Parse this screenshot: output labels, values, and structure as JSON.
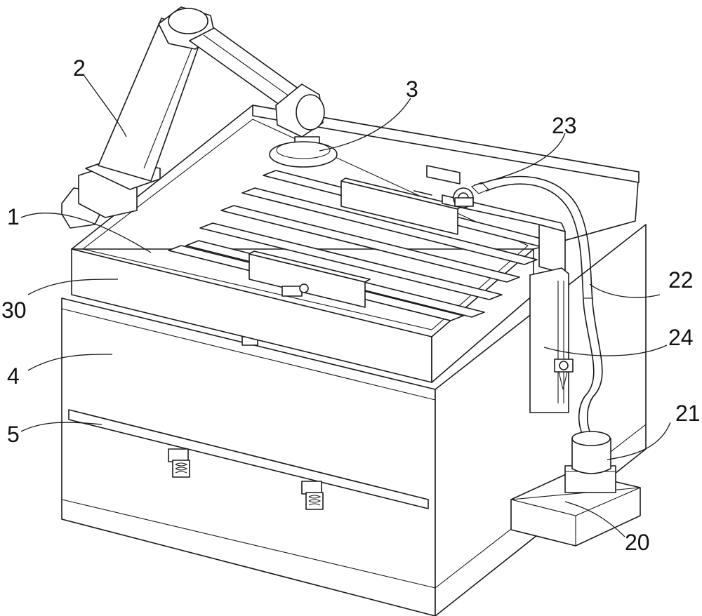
{
  "colors": {
    "line": "#1a1a1a",
    "background": "#ffffff"
  },
  "labels": {
    "l1": "1",
    "l2": "2",
    "l3": "3",
    "l4": "4",
    "l5": "5",
    "l20": "20",
    "l21": "21",
    "l22": "22",
    "l23": "23",
    "l24": "24",
    "l30": "30"
  }
}
